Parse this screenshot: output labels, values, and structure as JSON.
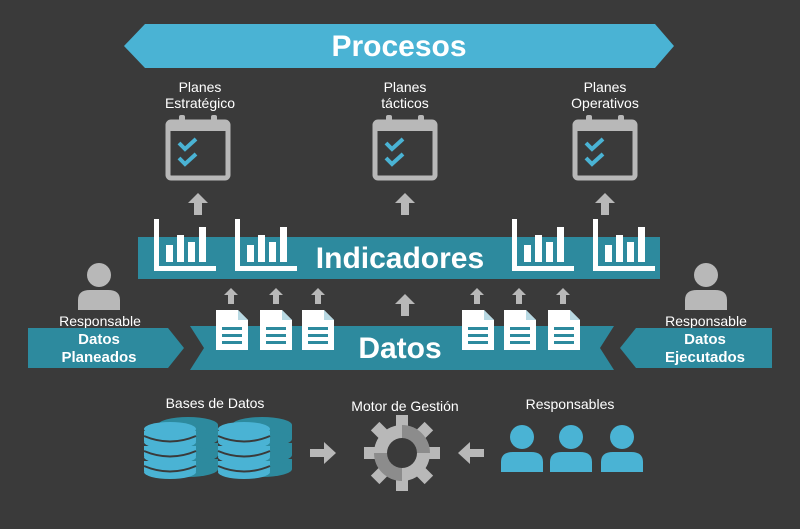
{
  "top_banner": {
    "title": "Procesos"
  },
  "plans": [
    {
      "label_line1": "Planes",
      "label_line2": "Estratégico"
    },
    {
      "label_line1": "Planes",
      "label_line2": "tácticos"
    },
    {
      "label_line1": "Planes",
      "label_line2": "Operativos"
    }
  ],
  "indicators": {
    "title": "Indicadores"
  },
  "data_band": {
    "title": "Datos"
  },
  "left_side": {
    "role": "Responsable",
    "line1": "Datos",
    "line2": "Planeados"
  },
  "right_side": {
    "role": "Responsable",
    "line1": "Datos",
    "line2": "Ejecutados"
  },
  "bottom": {
    "databases": "Bases de Datos",
    "engine": "Motor de Gestión",
    "responsibles": "Responsables"
  },
  "colors": {
    "accent": "#4ab3d4",
    "teal": "#2d8a9e",
    "gray": "#b8b8b8",
    "background": "#3a3a3a"
  }
}
